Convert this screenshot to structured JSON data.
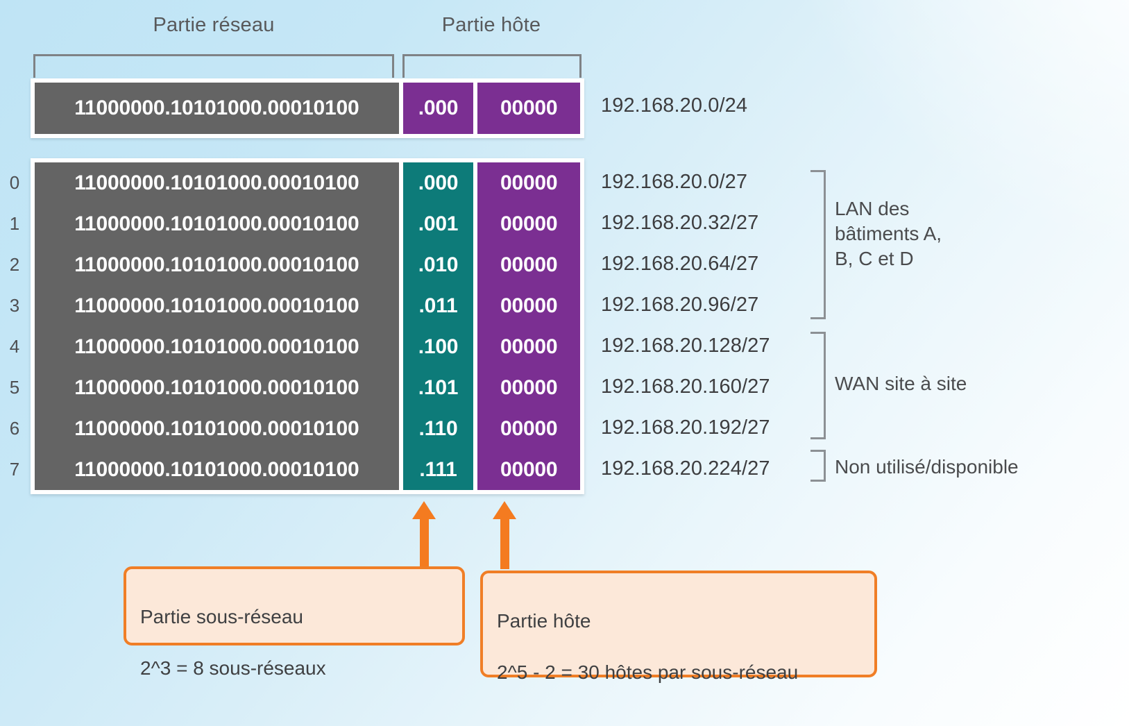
{
  "diagram": {
    "title_network_part": "Partie réseau",
    "title_host_part": "Partie hôte",
    "colors": {
      "network_octets": "#646464",
      "subnet_bits_parent": "#7b2f92",
      "subnet_bits_child": "#0d7b79",
      "host_bits": "#7b2f92",
      "callout_border": "#f07e26",
      "callout_fill": "#fce8d9",
      "arrow": "#f47b20",
      "background_start": "#bfe4f5",
      "background_end": "#ffffff"
    }
  },
  "parent_network": {
    "network_bits": "11000000.10101000.00010100",
    "subnet_bits": ".000",
    "host_bits": "00000",
    "address": "192.168.20.0/24"
  },
  "subnets": [
    {
      "index": "0",
      "network_bits": "11000000.10101000.00010100",
      "subnet_bits": ".000",
      "host_bits": "00000",
      "address": "192.168.20.0/27"
    },
    {
      "index": "1",
      "network_bits": "11000000.10101000.00010100",
      "subnet_bits": ".001",
      "host_bits": "00000",
      "address": "192.168.20.32/27"
    },
    {
      "index": "2",
      "network_bits": "11000000.10101000.00010100",
      "subnet_bits": ".010",
      "host_bits": "00000",
      "address": "192.168.20.64/27"
    },
    {
      "index": "3",
      "network_bits": "11000000.10101000.00010100",
      "subnet_bits": ".011",
      "host_bits": "00000",
      "address": "192.168.20.96/27"
    },
    {
      "index": "4",
      "network_bits": "11000000.10101000.00010100",
      "subnet_bits": ".100",
      "host_bits": "00000",
      "address": "192.168.20.128/27"
    },
    {
      "index": "5",
      "network_bits": "11000000.10101000.00010100",
      "subnet_bits": ".101",
      "host_bits": "00000",
      "address": "192.168.20.160/27"
    },
    {
      "index": "6",
      "network_bits": "11000000.10101000.00010100",
      "subnet_bits": ".110",
      "host_bits": "00000",
      "address": "192.168.20.192/27"
    },
    {
      "index": "7",
      "network_bits": "11000000.10101000.00010100",
      "subnet_bits": ".111",
      "host_bits": "00000",
      "address": "192.168.20.224/27"
    }
  ],
  "groups": [
    {
      "label": "LAN des\nbâtiments A,\nB, C et D",
      "rows": "0-3"
    },
    {
      "label": "WAN site à site",
      "rows": "4-6"
    },
    {
      "label": "Non utilisé/disponible",
      "rows": "7"
    }
  ],
  "callouts": [
    {
      "title": "Partie sous-réseau",
      "detail": "2^3 = 8 sous-réseaux"
    },
    {
      "title": "Partie hôte",
      "detail": "2^5 - 2 = 30 hôtes par sous-réseau"
    }
  ]
}
